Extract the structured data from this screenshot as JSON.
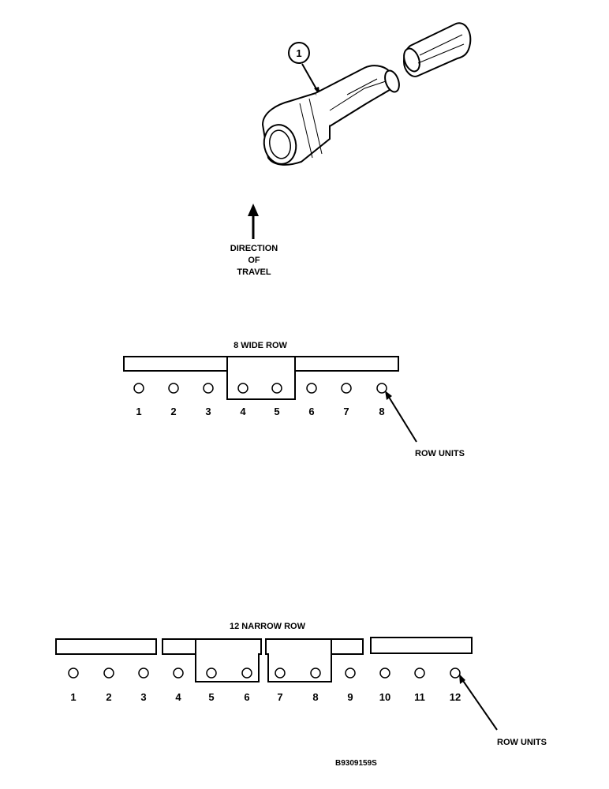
{
  "callout": {
    "number": "1"
  },
  "direction": {
    "line1": "DIRECTION",
    "line2": "OF",
    "line3": "TRAVEL"
  },
  "wide": {
    "title": "8 WIDE ROW",
    "units": [
      "1",
      "2",
      "3",
      "4",
      "5",
      "6",
      "7",
      "8"
    ],
    "row_units_label": "ROW UNITS"
  },
  "narrow": {
    "title": "12 NARROW ROW",
    "units": [
      "1",
      "2",
      "3",
      "4",
      "5",
      "6",
      "7",
      "8",
      "9",
      "10",
      "11",
      "12"
    ],
    "row_units_label": "ROW UNITS"
  },
  "figure_id": "B9309159S"
}
